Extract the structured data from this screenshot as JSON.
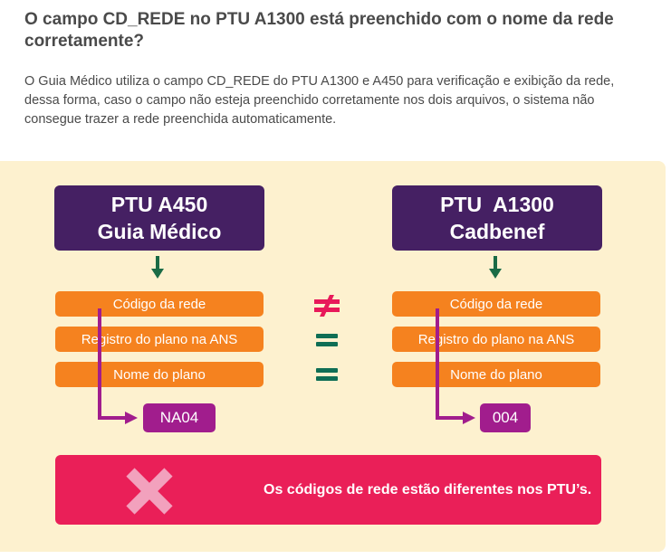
{
  "heading": {
    "title": "O campo CD_REDE no PTU A1300 está preenchido com o nome da rede corretamente?",
    "description": "O Guia Médico utiliza o campo CD_REDE do PTU A1300 e A450 para verificação e exibição da rede, dessa forma, caso o campo não esteja preenchido corretamente nos dois arquivos, o sistema não consegue trazer a rede preenchida automaticamente."
  },
  "left": {
    "header_line1": "PTU A450",
    "header_line2": "Guia Médico",
    "fields": [
      "Código da rede",
      "Registro do plano na ANS",
      "Nome do plano"
    ],
    "code": "NA04"
  },
  "right": {
    "header_line1": "PTU  A1300",
    "header_line2": "Cadbenef",
    "fields": [
      "Código da rede",
      "Registro do plano na ANS",
      "Nome do plano"
    ],
    "code": "004"
  },
  "comparisons": [
    "not-equal-icon",
    "equals-icon",
    "equals-icon"
  ],
  "alert": {
    "message": "Os códigos de rede estão diferentes nos PTU’s.",
    "icon": "x-mark-icon"
  },
  "colors": {
    "header_bg": "#452063",
    "field_bg": "#f5821f",
    "code_bg": "#a11d8d",
    "panel_bg": "#fdf1cf",
    "alert_bg": "#ea1f58",
    "arrow": "#1a6b45",
    "not_equal": "#e8195a",
    "equals": "#0f6e55",
    "x_mark": "#f2a1bd"
  }
}
